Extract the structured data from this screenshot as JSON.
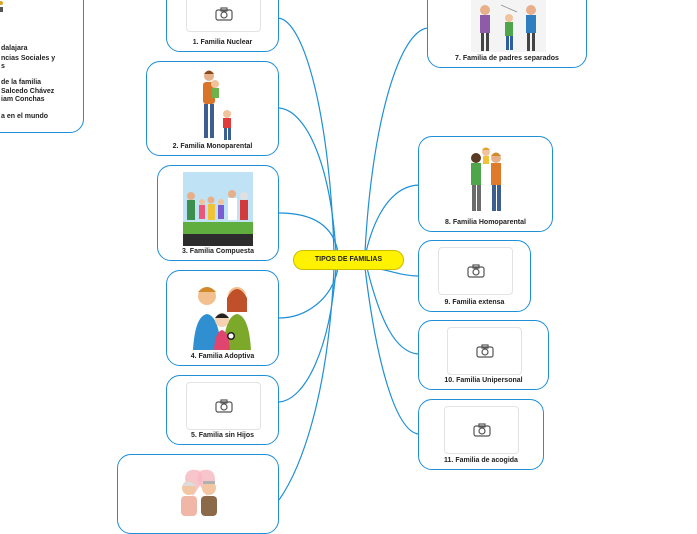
{
  "central": {
    "label": "TIPOS DE FAMILIAS"
  },
  "info": {
    "lines": [
      "dalajara",
      "ncias Sociales y",
      "s",
      "de la familia",
      "Salcedo Chávez",
      "iam Conchas",
      "a en el mundo"
    ]
  },
  "nodes": [
    {
      "label": "1. Familia Nuclear",
      "image": "camera-icon"
    },
    {
      "label": "2. Familia Monoparental",
      "image": "single-parent-family-illustration"
    },
    {
      "label": "3. Familia Compuesta",
      "image": "large-family-illustration"
    },
    {
      "label": "4. Familia Adoptiva",
      "image": "adoptive-family-illustration"
    },
    {
      "label": "5. Familia sin Hijos",
      "image": "camera-icon"
    },
    {
      "label": "",
      "image": "elderly-couple-illustration"
    },
    {
      "label": "7. Familia de padres separados",
      "image": "separated-parents-illustration"
    },
    {
      "label": "8. Familia Homoparental",
      "image": "two-fathers-family-illustration"
    },
    {
      "label": "9. Familia extensa",
      "image": "camera-icon"
    },
    {
      "label": "10. Familia Unipersonal",
      "image": "camera-icon"
    },
    {
      "label": "11. Familia de acogida",
      "image": "camera-icon"
    }
  ],
  "colors": {
    "link": "#1f8fd6",
    "central_fill": "#fff200",
    "node_border": "#1f8fd6"
  }
}
